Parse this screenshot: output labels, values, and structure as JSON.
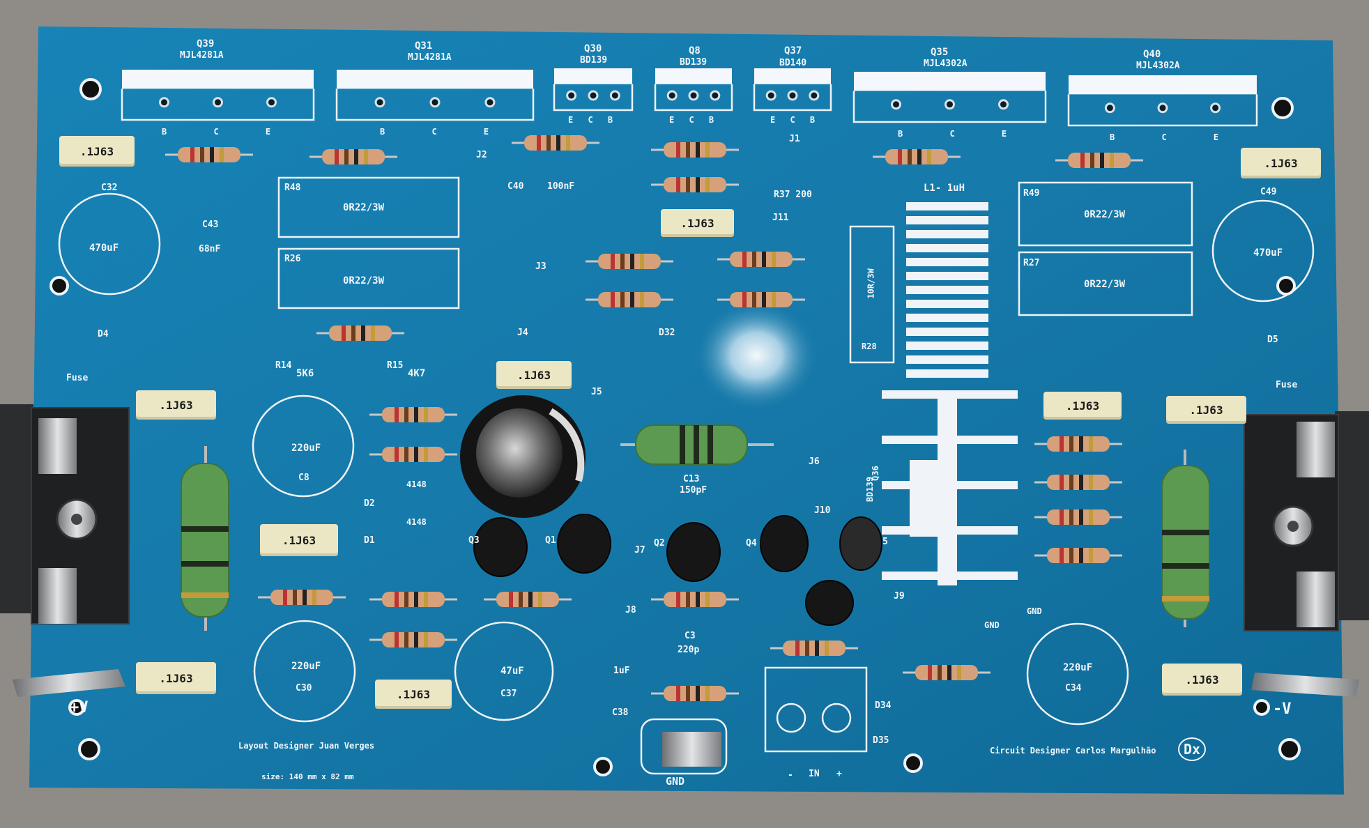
{
  "board": {
    "colors": {
      "pcb": "#1679a9",
      "pcb_dark": "#0e5f89",
      "silk": "#f4f7fb",
      "background": "#8f8c88",
      "cap_body": "#ebe6c4"
    },
    "transistors_top": [
      {
        "ref": "Q39",
        "part": "MJL4281A",
        "pins": "B C E"
      },
      {
        "ref": "Q31",
        "part": "MJL4281A",
        "pins": "B C E"
      },
      {
        "ref": "Q30",
        "part": "BD139",
        "pins": "E C B"
      },
      {
        "ref": "Q8",
        "part": "BD139",
        "pins": "E C B"
      },
      {
        "ref": "Q37",
        "part": "BD140",
        "pins": "E C B"
      },
      {
        "ref": "Q35",
        "part": "MJL4302A",
        "pins": "B C E"
      },
      {
        "ref": "Q40",
        "part": "MJL4302A",
        "pins": "B C E"
      }
    ],
    "resistor_boxes": [
      {
        "ref": "R48",
        "value": "0R22/3W"
      },
      {
        "ref": "R26",
        "value": "0R22/3W"
      },
      {
        "ref": "R49",
        "value": "0R22/3W"
      },
      {
        "ref": "R27",
        "value": "0R22/3W"
      }
    ],
    "film_caps": {
      "C33": ".1J63",
      "C50": ".1J63",
      "C31": ".1J63",
      "C39": ".1J63",
      "C35": ".1J63",
      "C6": ".1J63",
      "C4": ".1J63",
      "C5": ".1J63",
      "C9": ".1J63",
      "C36": ".1J63",
      "C30_bottom": ".1J63"
    },
    "electrolytics": {
      "C32": "470uF",
      "C49": "470uF",
      "C8": "220uF",
      "C30": "220uF",
      "C34": "220uF",
      "C37": "47uF"
    },
    "labels": {
      "C43": "C43",
      "c43_value": "68nF",
      "C40": "C40",
      "c40_value": "100nF",
      "C13": "C13",
      "c13_value": "150pF",
      "C3": "C3",
      "c3_value": "220p",
      "C38": "C38",
      "c38_value": "1uF",
      "R14": "R14",
      "r14_value": "5K6",
      "R15": "R15",
      "r15_value": "4K7",
      "R37": "R37 200",
      "J1": "J1",
      "J2": "J2",
      "J3": "J3",
      "J4": "J4",
      "J5": "J5",
      "J6": "J6",
      "J7": "J7",
      "J8": "J8",
      "J9": "J9",
      "J10": "J10",
      "J11": "J11",
      "D4": "D4",
      "D5": "D5",
      "D1": "D1",
      "D2": "D2",
      "diode_1": "4148",
      "diode_2": "4148",
      "D32": "D32",
      "D34": "D34",
      "D35": "D35",
      "L1": "L1- 1uH",
      "R28": "R28",
      "R28_value": "10R/3W",
      "Q1": "Q1",
      "Q2": "Q2",
      "Q3": "Q3",
      "Q4": "Q4",
      "Q5": "5",
      "bd139_label": "BD139",
      "Q36": "Q36",
      "fuse_left": "Fuse",
      "fuse_right": "Fuse",
      "plus_v": "+V",
      "minus_v": "-V",
      "gnd": "GND",
      "gnd_small": "GND",
      "gnd_right": "GND",
      "in": "IN",
      "in_minus": "-",
      "in_plus": "+",
      "layout_designer": "Layout Designer   Juan Verges",
      "size": "size: 140 mm x 82 mm",
      "circuit_designer": "Circuit Designer   Carlos Margulhão",
      "dx_logo": "Dx"
    }
  }
}
